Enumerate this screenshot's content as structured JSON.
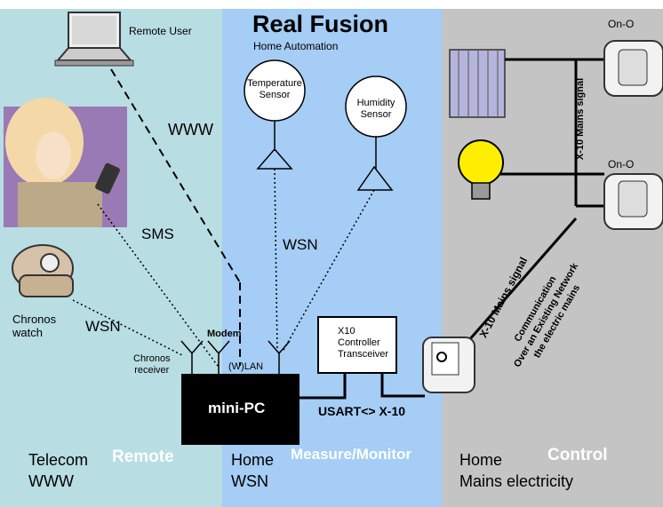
{
  "title": "Real Fusion",
  "subtitle": "Home Automation",
  "panels": {
    "remote": {
      "header": "Remote",
      "line1": "Telecom",
      "line2": "WWW"
    },
    "measure": {
      "header": "Measure/Monitor",
      "line1": "Home",
      "line2": "WSN"
    },
    "control": {
      "header": "Control",
      "line1": "Home",
      "line2": "Mains electricity"
    }
  },
  "nodes": {
    "remote_user": "Remote User",
    "temperature_sensor": [
      "Temperature",
      "Sensor"
    ],
    "humidity_sensor": [
      "Humidity",
      "Sensor"
    ],
    "chronos_watch": [
      "Chronos",
      "watch"
    ],
    "chronos_receiver": [
      "Chronos",
      "receiver"
    ],
    "modem": "Modem",
    "wlan": "(W)LAN",
    "mini_pc": "mini-PC",
    "x10_controller": [
      "X10",
      "Controller",
      "Transceiver"
    ],
    "on_off_1": "On-O",
    "on_off_2": "On-O"
  },
  "links": {
    "www": "WWW",
    "sms": "SMS",
    "wsn_sensors": "WSN",
    "wsn_watch": "WSN",
    "usart": "USART<> X-10",
    "x10_mains_vertical": "X-10 Mains signal",
    "x10_mains_diagonal": "X-10 Mains signal",
    "communication": [
      "Communication",
      "Over an Existing Network",
      "the electric mains"
    ]
  },
  "colors": {
    "remote_bg": "#b8dde2",
    "measure_bg": "#a5cdf5",
    "control_bg": "#c4c4c4",
    "box": "#000000"
  }
}
